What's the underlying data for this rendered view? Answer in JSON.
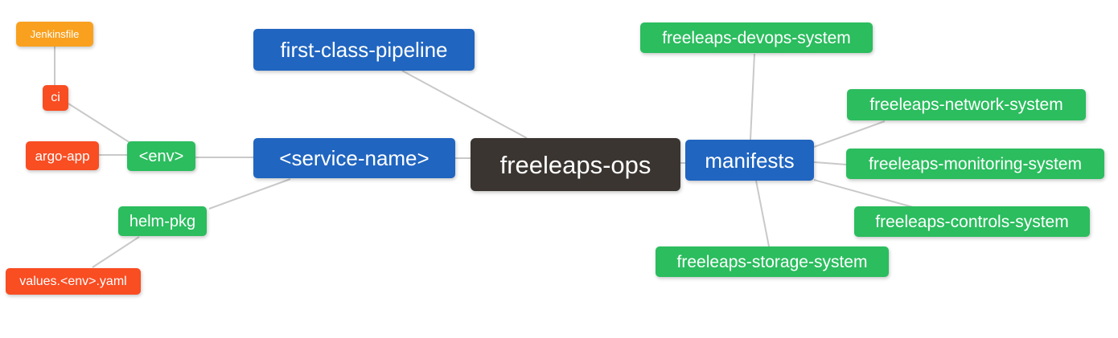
{
  "diagram": {
    "type": "mindmap",
    "background_color": "#FFFFFF",
    "link_color": "#C9C9C9",
    "palette": {
      "root": "#3A3531",
      "depth1": "#2065C0",
      "depth2": "#2BBD5E",
      "depth3": "#F94D22",
      "depth4": "#F9A11F"
    },
    "nodes": {
      "root": {
        "label": "freeleaps-ops",
        "depth": 0,
        "color": "#3A3531"
      },
      "pipeline": {
        "label": "first-class-pipeline",
        "depth": 1,
        "color": "#2065C0"
      },
      "service_name": {
        "label": "<service-name>",
        "depth": 1,
        "color": "#2065C0"
      },
      "manifests": {
        "label": "manifests",
        "depth": 1,
        "color": "#2065C0"
      },
      "env": {
        "label": "<env>",
        "depth": 2,
        "color": "#2BBD5E"
      },
      "helm_pkg": {
        "label": "helm-pkg",
        "depth": 2,
        "color": "#2BBD5E"
      },
      "ci": {
        "label": "ci",
        "depth": 3,
        "color": "#F94D22"
      },
      "argo_app": {
        "label": "argo-app",
        "depth": 3,
        "color": "#F94D22"
      },
      "values_env_yaml": {
        "label": "values.<env>.yaml",
        "depth": 3,
        "color": "#F94D22"
      },
      "jenkinsfile": {
        "label": "Jenkinsfile",
        "depth": 4,
        "color": "#F9A11F"
      },
      "devops_system": {
        "label": "freeleaps-devops-system",
        "depth": 2,
        "color": "#2BBD5E"
      },
      "network_system": {
        "label": "freeleaps-network-system",
        "depth": 2,
        "color": "#2BBD5E"
      },
      "monitoring_system": {
        "label": "freeleaps-monitoring-system",
        "depth": 2,
        "color": "#2BBD5E"
      },
      "controls_system": {
        "label": "freeleaps-controls-system",
        "depth": 2,
        "color": "#2BBD5E"
      },
      "storage_system": {
        "label": "freeleaps-storage-system",
        "depth": 2,
        "color": "#2BBD5E"
      }
    },
    "edges": [
      {
        "from": "Jenkinsfile",
        "to": "ci"
      },
      {
        "from": "ci",
        "to": "<env>"
      },
      {
        "from": "argo-app",
        "to": "<env>"
      },
      {
        "from": "<env>",
        "to": "<service-name>"
      },
      {
        "from": "helm-pkg",
        "to": "<service-name>"
      },
      {
        "from": "values.<env>.yaml",
        "to": "helm-pkg"
      },
      {
        "from": "first-class-pipeline",
        "to": "freeleaps-ops"
      },
      {
        "from": "<service-name>",
        "to": "freeleaps-ops"
      },
      {
        "from": "freeleaps-ops",
        "to": "manifests"
      },
      {
        "from": "manifests",
        "to": "freeleaps-devops-system"
      },
      {
        "from": "manifests",
        "to": "freeleaps-network-system"
      },
      {
        "from": "manifests",
        "to": "freeleaps-monitoring-system"
      },
      {
        "from": "manifests",
        "to": "freeleaps-controls-system"
      },
      {
        "from": "manifests",
        "to": "freeleaps-storage-system"
      }
    ]
  }
}
